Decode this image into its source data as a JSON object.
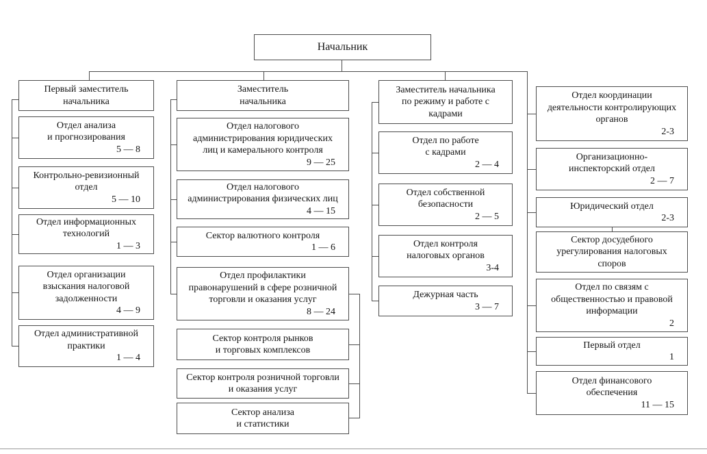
{
  "diagram": {
    "root": {
      "title": "Начальник"
    },
    "col1": {
      "header": {
        "title": "Первый заместитель\nначальника"
      },
      "boxes": [
        {
          "title": "Отдел анализа\nи прогнозирования",
          "num": "5 — 8"
        },
        {
          "title": "Контрольно-ревизионный\nотдел",
          "num": "5 — 10"
        },
        {
          "title": "Отдел информационных\nтехнологий",
          "num": "1 — 3"
        },
        {
          "title": "Отдел организации\nвзыскания налоговой\nзадолженности",
          "num": "4 — 9"
        },
        {
          "title": "Отдел административной\nпрактики",
          "num": "1 — 4"
        }
      ]
    },
    "col2": {
      "header": {
        "title": "Заместитель\nначальника"
      },
      "boxes": [
        {
          "title": "Отдел налогового\nадминистрирования юридических\nлиц и камерального контроля",
          "num": "9 — 25"
        },
        {
          "title": "Отдел налогового\nадминистрирования физических лиц",
          "num": "4 — 15"
        },
        {
          "title": "Сектор валютного контроля",
          "num": "1 — 6"
        },
        {
          "title": "Отдел профилактики\nправонарушений в сфере розничной\nторговли и оказания услуг",
          "num": "8 — 24"
        },
        {
          "title": "Сектор контроля рынков\nи торговых комплексов",
          "num": ""
        },
        {
          "title": "Сектор контроля розничной торговли\nи оказания услуг",
          "num": ""
        },
        {
          "title": "Сектор анализа\nи статистики",
          "num": ""
        }
      ]
    },
    "col3": {
      "header": {
        "title": "Заместитель начальника\nпо режиму и работе с\nкадрами"
      },
      "boxes": [
        {
          "title": "Отдел по работе\nс кадрами",
          "num": "2 — 4"
        },
        {
          "title": "Отдел собственной\nбезопасности",
          "num": "2 — 5"
        },
        {
          "title": "Отдел контроля\nналоговых органов",
          "num": "3-4"
        },
        {
          "title": "Дежурная часть",
          "num": "3 — 7"
        }
      ]
    },
    "col4": {
      "boxes": [
        {
          "title": "Отдел координации\nдеятельности контролирующих\nорганов",
          "num": "2-3"
        },
        {
          "title": "Организационно-\nинспекторский отдел",
          "num": "2 — 7"
        },
        {
          "title": "Юридический отдел",
          "num": "2-3"
        },
        {
          "title": "Сектор досудебного\nурегулирования налоговых\nспоров",
          "num": ""
        },
        {
          "title": "Отдел по связям с\nобщественностью и правовой\nинформации",
          "num": "2"
        },
        {
          "title": "Первый отдел",
          "num": "1"
        },
        {
          "title": "Отдел финансового\nобеспечения",
          "num": "11 — 15"
        }
      ]
    }
  }
}
